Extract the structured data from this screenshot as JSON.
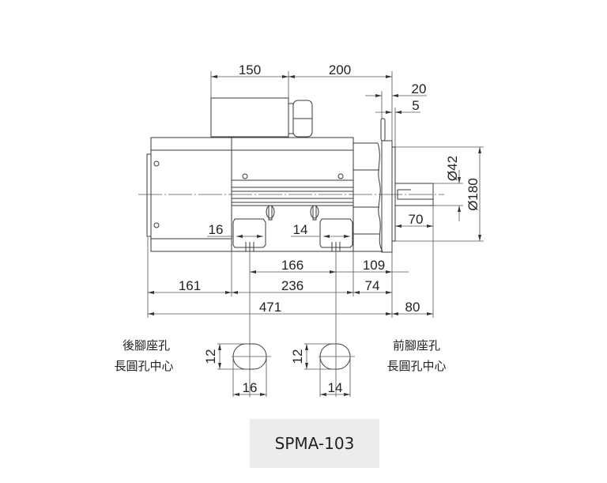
{
  "model": "SPMA-103",
  "dimensions": {
    "terminal_box_length": "150",
    "terminal_box_to_flange": "200",
    "flange_thickness": "20",
    "spigot_depth": "5",
    "shaft_diameter": "Ø42",
    "spigot_diameter": "Ø180",
    "shaft_length": "70",
    "rear_foot_slot": "16",
    "front_foot_slot": "14",
    "foot_hole_spacing": "166",
    "front_foot_to_flange": "109",
    "end_cap_length": "161",
    "body_length": "236",
    "flange_housing_length": "74",
    "overall_length": "471",
    "shaft_extension": "80"
  },
  "slots": {
    "rear": {
      "label_line1": "後腳座孔",
      "label_line2": "長圓孔中心",
      "height": "12",
      "width": "16"
    },
    "front": {
      "label_line1": "前腳座孔",
      "label_line2": "長圓孔中心",
      "height": "12",
      "width": "14"
    }
  }
}
